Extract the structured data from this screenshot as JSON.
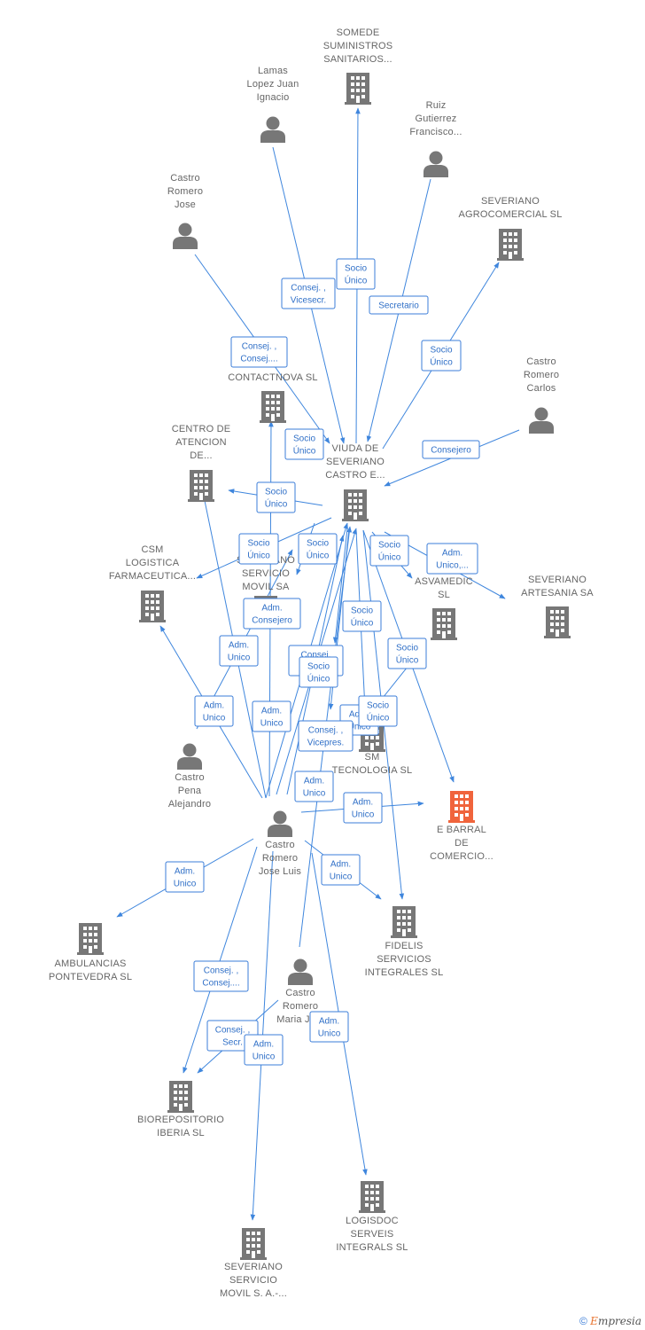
{
  "colors": {
    "edge": "#3f86dd",
    "label_border": "#3b7dd8",
    "node": "#777777",
    "highlight": "#f0643c"
  },
  "nodes": [
    {
      "id": "somede",
      "type": "company",
      "lines": [
        "SOMEDE",
        "SUMINISTROS",
        "SANITARIOS..."
      ]
    },
    {
      "id": "lamas",
      "type": "person",
      "lines": [
        "Lamas",
        "Lopez Juan",
        "Ignacio"
      ]
    },
    {
      "id": "ruiz",
      "type": "person",
      "lines": [
        "Ruiz",
        "Gutierrez",
        "Francisco..."
      ]
    },
    {
      "id": "castro_jose",
      "type": "person",
      "lines": [
        "Castro",
        "Romero",
        "Jose"
      ]
    },
    {
      "id": "agrocomercial",
      "type": "company",
      "lines": [
        "SEVERIANO",
        "AGROCOMERCIAL SL"
      ]
    },
    {
      "id": "castro_carlos",
      "type": "person",
      "lines": [
        "Castro",
        "Romero",
        "Carlos"
      ]
    },
    {
      "id": "contactnova",
      "type": "company",
      "lines": [
        "CONTACTNOVA SL"
      ]
    },
    {
      "id": "centro",
      "type": "company",
      "lines": [
        "CENTRO DE",
        "ATENCION",
        "DE..."
      ]
    },
    {
      "id": "viuda",
      "type": "company",
      "lines": [
        "VIUDA DE",
        "SEVERIANO",
        "CASTRO E..."
      ]
    },
    {
      "id": "csm",
      "type": "company",
      "lines": [
        "CSM",
        "LOGISTICA",
        "FARMACEUTICA..."
      ]
    },
    {
      "id": "servicio_movil",
      "type": "company",
      "lines": [
        "SEVERIANO",
        "SERVICIO",
        "MOVIL SA"
      ]
    },
    {
      "id": "asvamedic",
      "type": "company",
      "lines": [
        "ASVAMEDIC",
        "SL"
      ]
    },
    {
      "id": "artesania",
      "type": "company",
      "lines": [
        "SEVERIANO",
        "ARTESANIA SA"
      ]
    },
    {
      "id": "castro_pena",
      "type": "person",
      "lines": [
        "Castro",
        "Pena",
        "Alejandro"
      ]
    },
    {
      "id": "sm_tecnologia",
      "type": "company",
      "lines": [
        "SM",
        "TECNOLOGIA SL"
      ]
    },
    {
      "id": "ebarral",
      "type": "company",
      "highlight": true,
      "lines": [
        "E BARRAL",
        "DE",
        "COMERCIO..."
      ]
    },
    {
      "id": "castro_jl",
      "type": "person",
      "lines": [
        "Castro",
        "Romero",
        "Jose Luis"
      ]
    },
    {
      "id": "ambulancias",
      "type": "company",
      "lines": [
        "AMBULANCIAS",
        "PONTEVEDRA SL"
      ]
    },
    {
      "id": "fidelis",
      "type": "company",
      "lines": [
        "FIDELIS",
        "SERVICIOS",
        "INTEGRALES SL"
      ]
    },
    {
      "id": "castro_maria",
      "type": "person",
      "lines": [
        "Castro",
        "Romero",
        "Maria Jo..."
      ]
    },
    {
      "id": "biorepositorio",
      "type": "company",
      "lines": [
        "BIOREPOSITORIO",
        "IBERIA  SL"
      ]
    },
    {
      "id": "logisdoc",
      "type": "company",
      "lines": [
        "LOGISDOC",
        "SERVEIS",
        "INTEGRALS SL"
      ]
    },
    {
      "id": "smovil_sa",
      "type": "company",
      "lines": [
        "SEVERIANO",
        "SERVICIO",
        "MOVIL S. A.-..."
      ]
    }
  ],
  "edge_labels": [
    {
      "id": "e1",
      "lines": [
        "Socio",
        "Único"
      ]
    },
    {
      "id": "e2",
      "lines": [
        "Consej. ,",
        "Vicesecr."
      ]
    },
    {
      "id": "e3",
      "lines": [
        "Secretario"
      ]
    },
    {
      "id": "e4",
      "lines": [
        "Socio",
        "Único"
      ]
    },
    {
      "id": "e5",
      "lines": [
        "Consej. ,",
        "Consej...."
      ]
    },
    {
      "id": "e6",
      "lines": [
        "Socio",
        "Único"
      ]
    },
    {
      "id": "e7",
      "lines": [
        "Consejero"
      ]
    },
    {
      "id": "e8",
      "lines": [
        "Socio",
        "Único"
      ]
    },
    {
      "id": "e9",
      "lines": [
        "Socio",
        "Único"
      ]
    },
    {
      "id": "e10",
      "lines": [
        "Socio",
        "Único"
      ]
    },
    {
      "id": "e11",
      "lines": [
        "Socio",
        "Único"
      ]
    },
    {
      "id": "e12",
      "lines": [
        "Adm.",
        "Unico,..."
      ]
    },
    {
      "id": "e13",
      "lines": [
        "Adm.",
        "Consejero"
      ]
    },
    {
      "id": "e14",
      "lines": [
        "Adm.",
        "Unico"
      ]
    },
    {
      "id": "e15",
      "lines": [
        "Socio",
        "Único"
      ]
    },
    {
      "id": "e16",
      "lines": [
        "Socio",
        "Único"
      ]
    },
    {
      "id": "e17",
      "lines": [
        "Consej.",
        "..."
      ]
    },
    {
      "id": "e18",
      "lines": [
        "Socio",
        "Único"
      ]
    },
    {
      "id": "e19",
      "lines": [
        "Adm.",
        "Unico"
      ]
    },
    {
      "id": "e20",
      "lines": [
        "Adm.",
        "Unico"
      ]
    },
    {
      "id": "e21",
      "lines": [
        "Adm.",
        "Unico"
      ]
    },
    {
      "id": "e22",
      "lines": [
        "Socio",
        "Único"
      ]
    },
    {
      "id": "e23",
      "lines": [
        "Consej. ,",
        "Vicepres."
      ]
    },
    {
      "id": "e24",
      "lines": [
        "Adm.",
        "Unico"
      ]
    },
    {
      "id": "e25",
      "lines": [
        "Adm.",
        "Unico"
      ]
    },
    {
      "id": "e26",
      "lines": [
        "Adm.",
        "Unico"
      ]
    },
    {
      "id": "e27",
      "lines": [
        "Adm.",
        "Unico"
      ]
    },
    {
      "id": "e28",
      "lines": [
        "Consej. ,",
        "Consej...."
      ]
    },
    {
      "id": "e29",
      "lines": [
        "Consej. ,",
        "Secr."
      ]
    },
    {
      "id": "e30",
      "lines": [
        "Adm.",
        "Unico"
      ]
    },
    {
      "id": "e31",
      "lines": [
        "Adm.",
        "Unico"
      ]
    }
  ],
  "footer": {
    "copyright": "©",
    "brand_initial": "E",
    "brand_rest": "mpresia"
  }
}
